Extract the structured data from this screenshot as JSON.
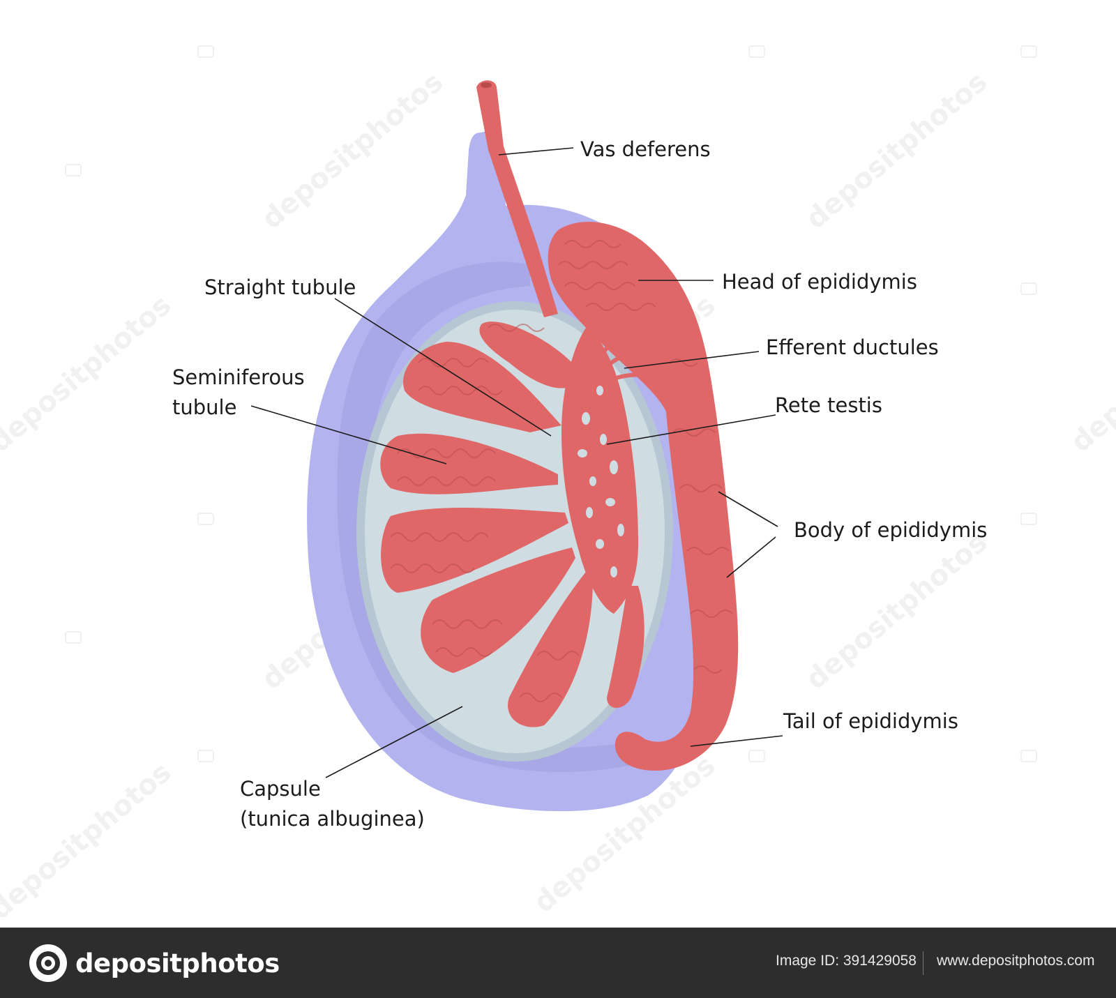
{
  "labels": {
    "vas_deferens": "Vas deferens",
    "head_of_epididymis": "Head of epididymis",
    "straight_tubule": "Straight tubule",
    "efferent_ductules": "Efferent ductules",
    "seminiferous_tubule_line1": "Seminiferous",
    "seminiferous_tubule_line2": "tubule",
    "rete_testis": "Rete testis",
    "body_of_epididymis": "Body of epididymis",
    "tail_of_epididymis": "Tail of epididymis",
    "capsule_line1": "Capsule",
    "capsule_line2": "(tunica albuginea)"
  },
  "watermark": {
    "text": "depositphotos"
  },
  "footer": {
    "brand": "depositphotos",
    "image_id": "Image ID: 391429058",
    "url": "www.depositphotos.com"
  },
  "colors": {
    "outer_membrane": "#b3b3ef",
    "inner_membrane": "#a8a8e6",
    "capsule_fill": "#cfdde3",
    "tubule": "#e06767",
    "tubule_detail": "#b84c4c",
    "footer_bg": "#2d2d2d"
  }
}
